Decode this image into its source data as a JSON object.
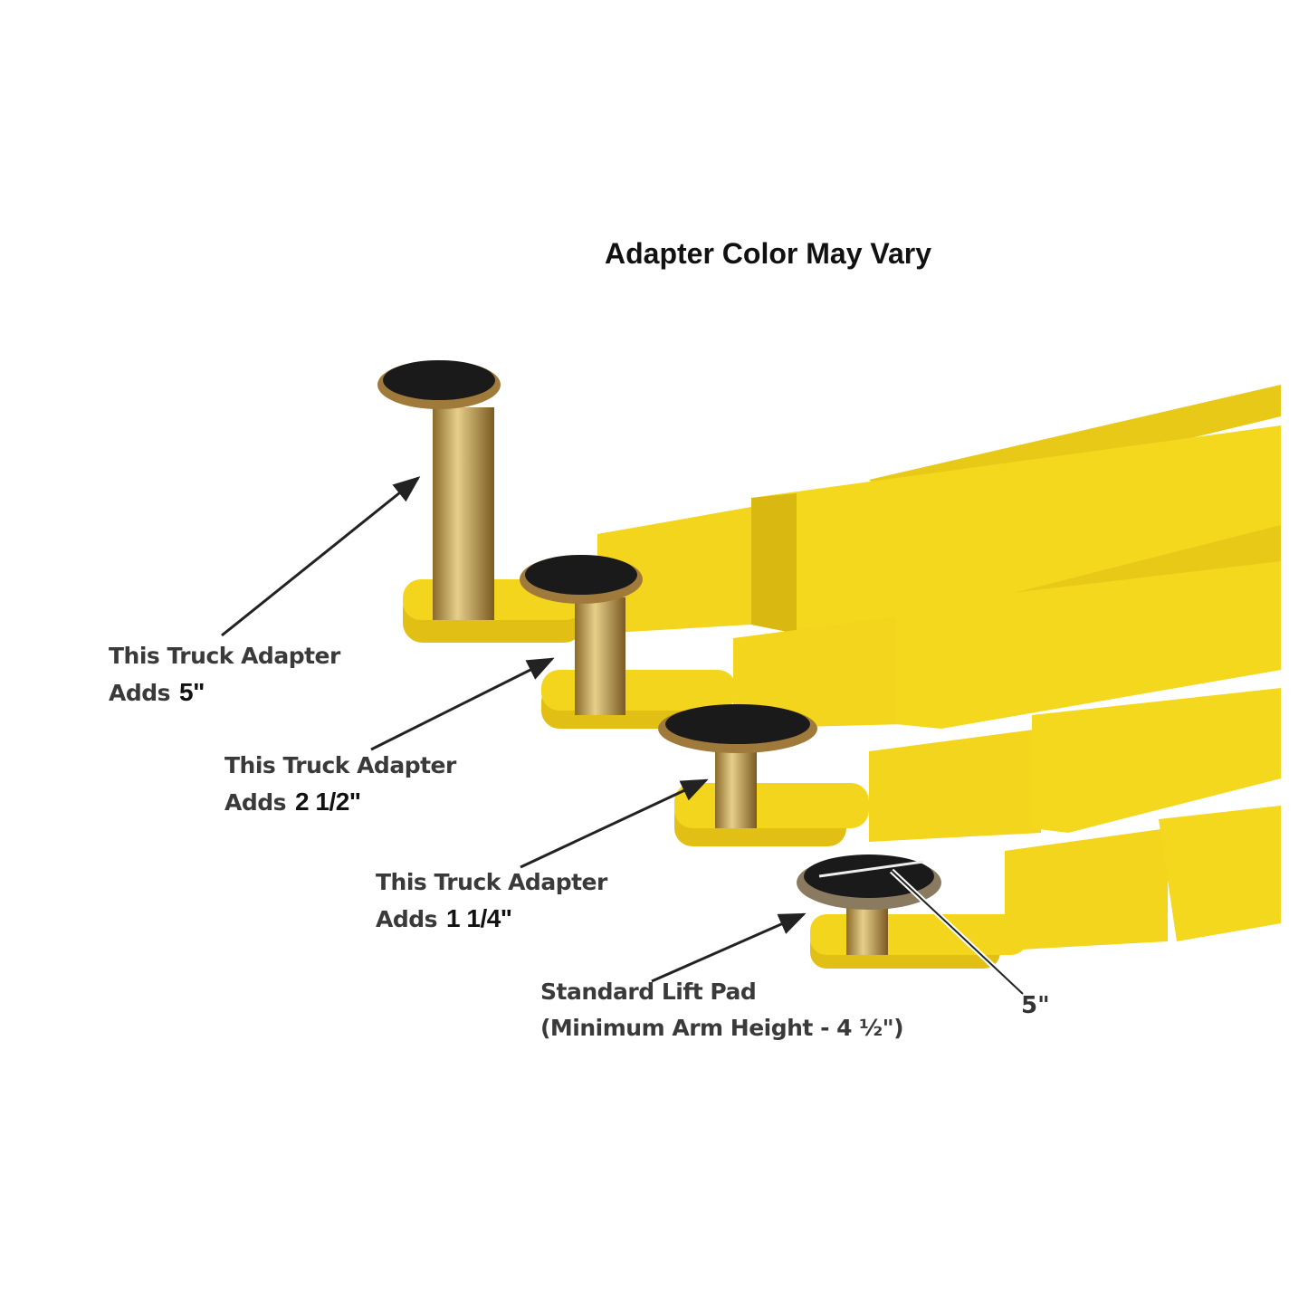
{
  "title": "Adapter Color May Vary",
  "colors": {
    "arm": "#f2d51c",
    "arm_shadow": "#c9a80e",
    "pad": "#1a1a1a",
    "pillar": "#c9a355",
    "text": "#3a3a3a"
  },
  "callouts": [
    {
      "line1": "This Truck Adapter",
      "prefix": "Adds",
      "value": "5\""
    },
    {
      "line1": "This Truck Adapter",
      "prefix": "Adds",
      "value": "2 1/2\""
    },
    {
      "line1": "This Truck Adapter",
      "prefix": "Adds",
      "value": "1 1/4\""
    }
  ],
  "standard_pad": {
    "line1": "Standard Lift Pad",
    "line2": "(Minimum Arm Height - 4 ½\")"
  },
  "pad_diameter": "5\""
}
